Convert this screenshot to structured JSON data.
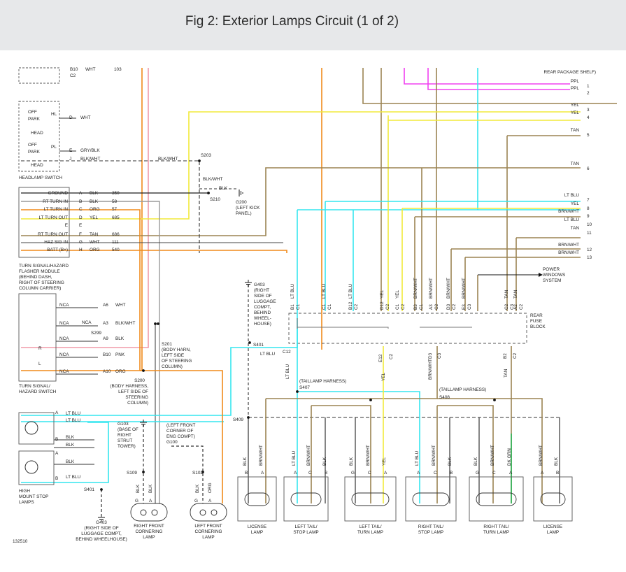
{
  "title": "Fig 2: Exterior Lamps Circuit (1 of 2)",
  "figure_id": "132510",
  "colors": {
    "blk": "#1e1e1e",
    "ltblu": "#35e6ef",
    "yel": "#f2ea3a",
    "org": "#f08a1a",
    "brnwht": "#9b8452",
    "tan": "#8a7a5a",
    "ppl": "#f040f0",
    "pink": "#f09aa8",
    "gray": "#9a9a9a",
    "green": "#19a23a"
  },
  "headlamp": {
    "top": [
      "B10",
      "WHT",
      "103",
      "C2"
    ],
    "switch_left": [
      "OFF",
      "PARK",
      "HEAD",
      "OFF",
      "PARK",
      "HEAD"
    ],
    "hl": "HL",
    "pl": "PL",
    "pins": [
      "D",
      "E",
      "J"
    ],
    "wires": [
      "WHT",
      "GRY/BLK",
      "BLK/WHT"
    ],
    "label": "HEADLAMP SWITCH"
  },
  "flasher": {
    "pins": [
      "GROUND",
      "RT TURN IN",
      "LT TURN IN",
      "LT TURN OUT",
      "E",
      "RT TURN OUT",
      "HAZ SIG IN",
      "BATT (B+)"
    ],
    "letters": [
      "A",
      "B",
      "C",
      "D",
      "E",
      "F",
      "G",
      "H"
    ],
    "colors": [
      "BLK",
      "BLK",
      "ORG",
      "YEL",
      "",
      "TAN",
      "WHT",
      "ORG"
    ],
    "nums": [
      "350",
      "58",
      "57",
      "685",
      "",
      "686",
      "111",
      "540"
    ],
    "label": [
      "TURN SIGNAL/HAZARD",
      "FLASHER MODULE",
      "(BEHIND DASH,",
      "RIGHT OF STEERING",
      "COLUMN CARRIER)"
    ]
  },
  "splices": {
    "s203": "S203",
    "blkwht": "BLK/WHT",
    "blk": "BLK",
    "s210": "S210",
    "g200": [
      "G200",
      "(LEFT KICK",
      "PANEL)"
    ],
    "s299": "S299",
    "s201": [
      "S201",
      "(BODY HARN,",
      "LEFT SIDE",
      "OF STEERING",
      "COLUMN)"
    ],
    "s200": [
      "S200",
      "(BODY HARNESS,",
      "LEFT SIDE OF",
      "STEERING",
      "COLUMN)"
    ],
    "g403": [
      "G403",
      "(RIGHT",
      "SIDE OF",
      "LUGGAGE",
      "COMPT,",
      "BEHIND",
      "WHEEL-",
      "HOUSE)"
    ],
    "s401": "S401",
    "s409": "S409",
    "s407": "S407",
    "s408": "S408",
    "tl_harness": "(TAILLAMP HARNESS)",
    "g103": [
      "G103",
      "(BASE OF",
      "RIGHT",
      "STRUT",
      "TOWER)"
    ],
    "g100": [
      "(LEFT FRONT",
      "CORNER OF",
      "ENG COMPT)",
      "G100"
    ],
    "s109": "S109",
    "s102": "S102",
    "s401b": "S401",
    "g403b": [
      "G403",
      "(RIGHT SIDE OF",
      "LUGGAGE COMPT,",
      "BEHIND WHEELHOUSE)"
    ]
  },
  "hazard_switch": {
    "rows": [
      "NCA",
      "NCA",
      "NCA",
      "NCA",
      "NCA"
    ],
    "nca_extra": "NCA",
    "pins": [
      "A6",
      "A3",
      "A9",
      "B10",
      "A10"
    ],
    "wires": [
      "WHT",
      "BLK/WHT",
      "BLK",
      "PNK",
      "ORG"
    ],
    "rl": [
      "R",
      "L"
    ],
    "label": [
      "TURN SIGNAL/",
      "HAZARD SWITCH"
    ]
  },
  "rear_shelf": {
    "title": "REAR PACKAGE SHELF)",
    "rows": [
      {
        "n": "1",
        "c": "PPL"
      },
      {
        "n": "2",
        "c": "PPL"
      },
      {
        "n": "3",
        "c": "YEL"
      },
      {
        "n": "4",
        "c": "YEL"
      },
      {
        "n": "5",
        "c": "TAN"
      },
      {
        "n": "6",
        "c": "TAN"
      },
      {
        "n": "7",
        "c": "LT BLU"
      },
      {
        "n": "8",
        "c": "YEL"
      },
      {
        "n": "9",
        "c": "BRN/WHT"
      },
      {
        "n": "10",
        "c": "LT BLU"
      },
      {
        "n": "11",
        "c": "TAN"
      },
      {
        "n": "12",
        "c": "BRN/WHT"
      },
      {
        "n": "13",
        "c": "BRN/WHT"
      }
    ]
  },
  "fuse_block": {
    "label": [
      "REAR",
      "FUSE",
      "BLOCK"
    ],
    "top_pins": [
      "B1",
      "C1",
      "B12",
      "D12",
      "C1",
      "B3",
      "A3",
      "D3",
      "E3",
      "C2",
      "A2"
    ],
    "top_sub": [
      "C1",
      "C1",
      "C2",
      "C2",
      "C2",
      "C1",
      "C2",
      "C2",
      "C3",
      "C3",
      "C2"
    ],
    "top_colors": [
      "LT BLU",
      "LT BLU",
      "LT BLU",
      "YEL",
      "YEL",
      "BRN/WHT",
      "BRN/WHT",
      "BRN/WHT",
      "BRN/WHT",
      "TAN",
      "TAN"
    ],
    "bottom": [
      "C12",
      "E12",
      "C2",
      "D3",
      "C3",
      "B2",
      "C2"
    ],
    "bottom_colors": [
      "LT BLU",
      "YEL",
      "BRN/WHT",
      "TAN"
    ],
    "power_windows": [
      "POWER",
      "WINDOWS",
      "SYSTEM"
    ]
  },
  "lamps": {
    "high_mount": {
      "label": [
        "HIGH",
        "MOUNT STOP",
        "LAMPS"
      ],
      "wires": [
        "LT BLU",
        "LT BLU",
        "BLK",
        "BLK",
        "BLK",
        "LT BLU"
      ],
      "pins": [
        "A",
        "B",
        "B",
        "A"
      ]
    },
    "rf_corner": {
      "label": [
        "RIGHT FRONT",
        "CORNERING",
        "LAMP"
      ],
      "wires": [
        "BLK",
        "BLK"
      ],
      "pins": [
        "G",
        "A"
      ]
    },
    "lf_corner": {
      "label": [
        "LEFT FRONT",
        "CORNERING",
        "LAMP"
      ],
      "wires": [
        "BLK",
        "ORG"
      ],
      "pins": [
        "G",
        "A"
      ]
    },
    "license_l": {
      "label": [
        "LICENSE",
        "LAMP"
      ],
      "wires": [
        "BLK",
        "BRN/WHT"
      ],
      "pins": [
        "B",
        "A"
      ]
    },
    "lt_stop": {
      "label": [
        "LEFT TAIL/",
        "STOP LAMP"
      ],
      "wires": [
        "LT BLU",
        "BRN/WHT",
        "BLK"
      ],
      "pins": [
        "A",
        "C",
        "B"
      ]
    },
    "lt_turn": {
      "label": [
        "LEFT TAIL/",
        "TURN LAMP"
      ],
      "wires": [
        "BLK",
        "BRN/WHT",
        "YEL"
      ],
      "pins": [
        "G",
        "C",
        "A"
      ]
    },
    "rt_stop": {
      "label": [
        "RIGHT TAIL/",
        "STOP LAMP"
      ],
      "wires": [
        "LT BLU",
        "BRN/WHT",
        "BLK"
      ],
      "pins": [
        "A",
        "C",
        "B"
      ]
    },
    "rt_turn": {
      "label": [
        "RIGHT TAIL/",
        "TURN LAMP"
      ],
      "wires": [
        "BLK",
        "BRN/WHT",
        "DK GRN"
      ],
      "pins": [
        "G",
        "C",
        "A"
      ]
    },
    "license_r": {
      "label": [
        "LICENSE",
        "LAMP"
      ],
      "wires": [
        "BRN/WHT",
        "BLK"
      ],
      "pins": [
        "A",
        "B"
      ]
    }
  }
}
